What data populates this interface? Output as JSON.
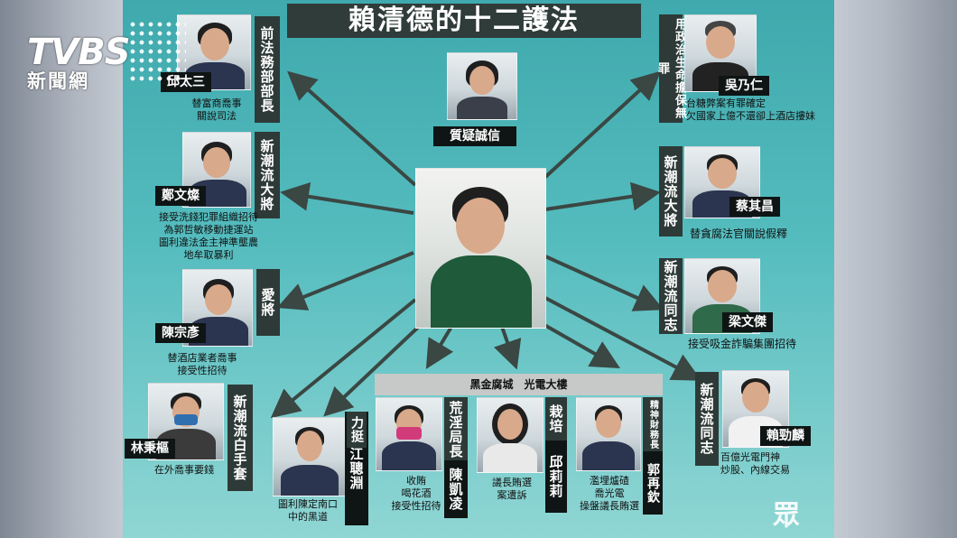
{
  "title": "賴清德的十二護法",
  "logo": {
    "brand": "TVBS",
    "sub": "新聞網"
  },
  "watermark": "眾",
  "top": {
    "caption": "質疑誠信"
  },
  "gray_bar": "黑金腐城　光電大樓",
  "people": {
    "qiu": {
      "name": "邱太三",
      "label": "前法務部部長",
      "desc": "替富商喬事\n關說司法"
    },
    "zheng": {
      "name": "鄭文燦",
      "label": "新潮流大將",
      "desc": "接受洗錢犯罪組織招待\n為郭哲敏移動捷運站\n圖利違法金主神準壟農\n地牟取暴利"
    },
    "chen_zy": {
      "name": "陳宗彥",
      "label": "愛將",
      "desc": "替酒店業者喬事\n接受性招待"
    },
    "lin": {
      "name": "林秉樞",
      "label": "新潮流白手套",
      "desc": "在外喬事要錢"
    },
    "jiang": {
      "name": "江聰淵",
      "label": "力挺",
      "desc": "圖利陳定南口\n中的黑道"
    },
    "chen_kl": {
      "name": "陳凱凌",
      "label": "荒淫局長",
      "desc": "收賄\n喝花酒\n接受性招待"
    },
    "qiu_ll": {
      "name": "邱莉莉",
      "label": "栽培",
      "desc": "議長賄選\n案遭訴"
    },
    "guo": {
      "name": "郭再欽",
      "label": "精神財務長",
      "desc": "濫埋爐碴\n喬光電\n操盤議長賄選"
    },
    "wu": {
      "name": "吳乃仁",
      "label": "用政治生命擔保無罪",
      "desc": "台糖弊案有罪確定\n欠國家上億不還卻上酒店摟妹"
    },
    "cai": {
      "name": "蔡其昌",
      "label": "新潮流大將",
      "desc": "替貪腐法官關說假釋"
    },
    "liang": {
      "name": "梁文傑",
      "label": "新潮流同志",
      "desc": "接受吸金詐騙集團招待"
    },
    "lai_jl": {
      "name": "賴勁麟",
      "label": "新潮流同志",
      "desc": "百億光電門神\n炒股、內線交易"
    }
  },
  "colors": {
    "board_top": "#3fa9ad",
    "board_bottom": "#8fd6d4",
    "label_bg": "#2e3a37",
    "name_bg": "#0f1514",
    "arrow": "#3a4743"
  }
}
